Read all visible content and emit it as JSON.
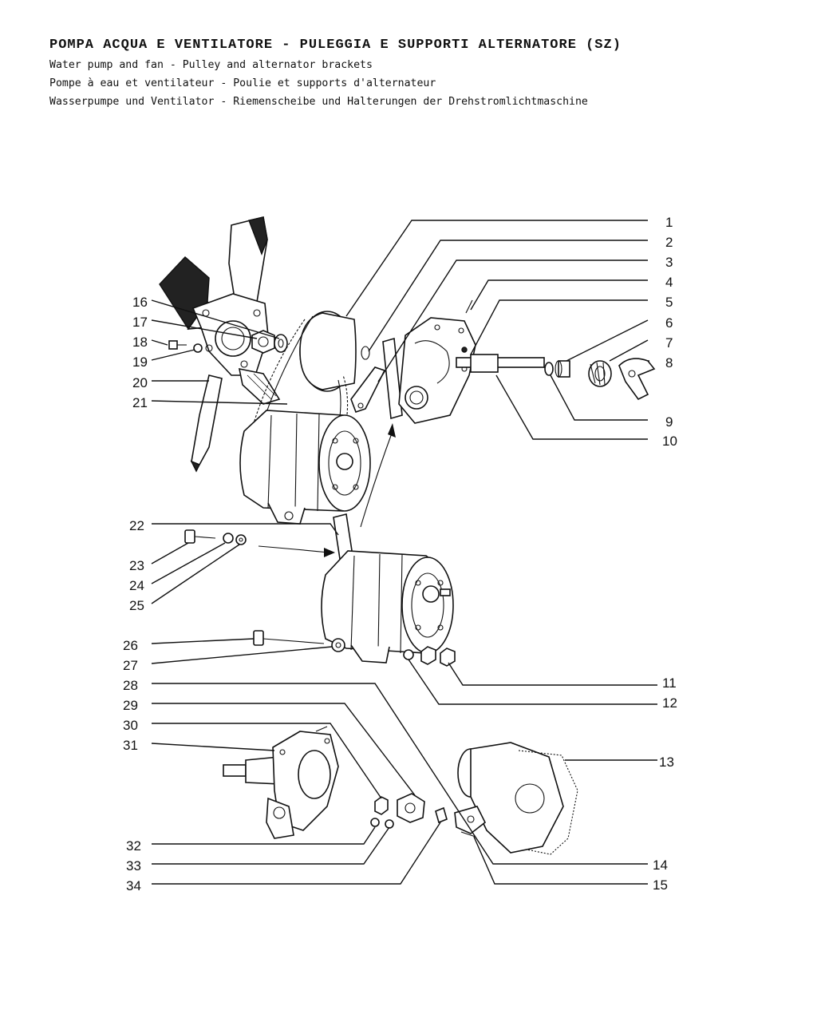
{
  "header": {
    "title_it": "POMPA ACQUA E VENTILATORE - PULEGGIA E SUPPORTI ALTERNATORE (SZ)",
    "title_en": "Water pump and fan - Pulley and alternator brackets",
    "title_fr": "Pompe à eau et ventilateur - Poulie et supports d'alternateur",
    "title_de": "Wasserpumpe und Ventilator - Riemenscheibe und Halterungen der Drehstromlichtmaschine"
  },
  "callouts": {
    "c1": "1",
    "c2": "2",
    "c3": "3",
    "c4": "4",
    "c5": "5",
    "c6": "6",
    "c7": "7",
    "c8": "8",
    "c9": "9",
    "c10": "10",
    "c11": "11",
    "c12": "12",
    "c13": "13",
    "c14": "14",
    "c15": "15",
    "c16": "16",
    "c17": "17",
    "c18": "18",
    "c19": "19",
    "c20": "20",
    "c21": "21",
    "c22": "22",
    "c23": "23",
    "c24": "24",
    "c25": "25",
    "c26": "26",
    "c27": "27",
    "c28": "28",
    "c29": "29",
    "c30": "30",
    "c31": "31",
    "c32": "32",
    "c33": "33",
    "c34": "34"
  }
}
